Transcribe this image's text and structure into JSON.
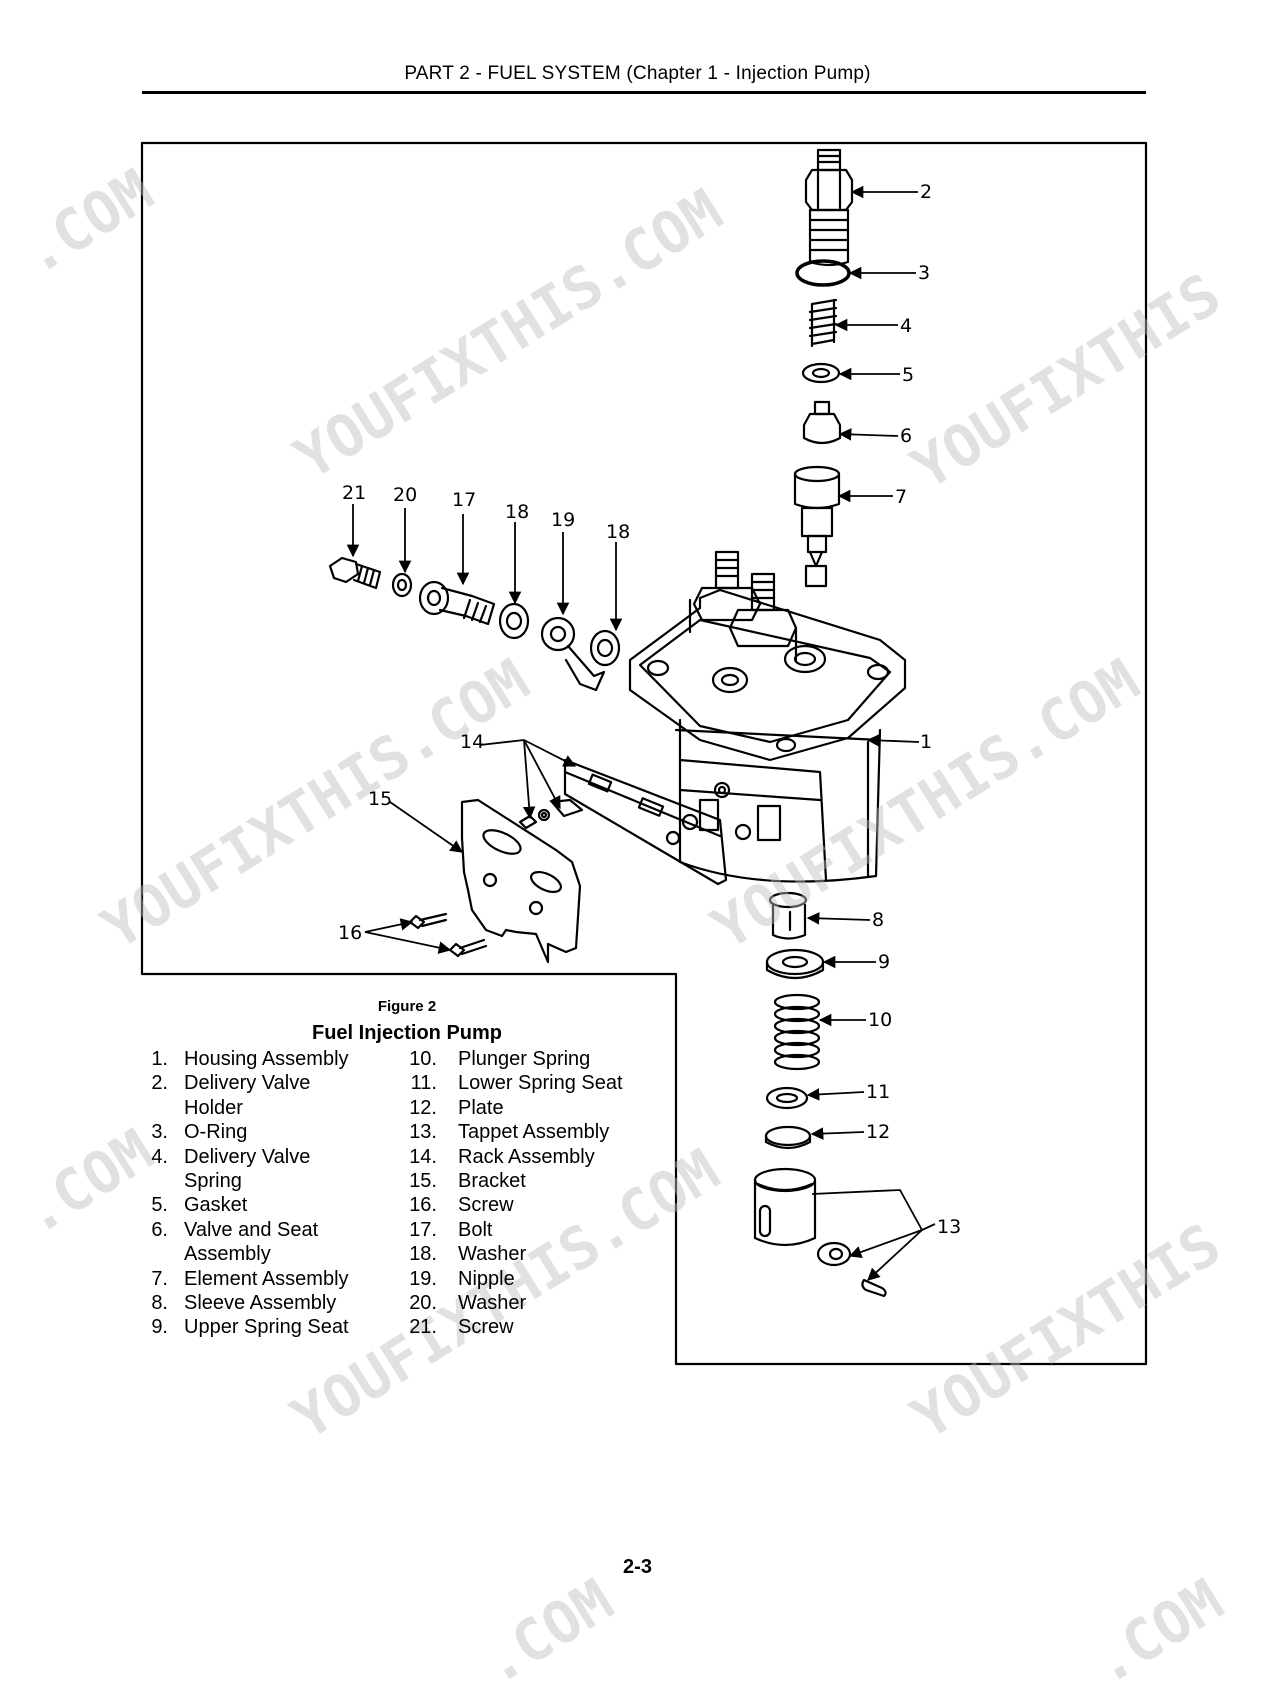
{
  "header": {
    "title": "PART 2 - FUEL SYSTEM (Chapter 1 - Injection Pump)"
  },
  "figure": {
    "label": "Figure 2",
    "title": "Fuel Injection Pump",
    "callouts": [
      "1",
      "2",
      "3",
      "4",
      "5",
      "6",
      "7",
      "8",
      "9",
      "10",
      "11",
      "12",
      "13",
      "14",
      "15",
      "16",
      "17",
      "18",
      "18",
      "19",
      "20",
      "21"
    ]
  },
  "legend": {
    "column1": [
      {
        "num": "1.",
        "lines": [
          "Housing Assembly"
        ]
      },
      {
        "num": "2.",
        "lines": [
          "Delivery Valve",
          "Holder"
        ]
      },
      {
        "num": "3.",
        "lines": [
          "O-Ring"
        ]
      },
      {
        "num": "4.",
        "lines": [
          "Delivery Valve",
          "Spring"
        ]
      },
      {
        "num": "5.",
        "lines": [
          "Gasket"
        ]
      },
      {
        "num": "6.",
        "lines": [
          "Valve and Seat",
          "Assembly"
        ]
      },
      {
        "num": "7.",
        "lines": [
          "Element Assembly"
        ]
      },
      {
        "num": "8.",
        "lines": [
          "Sleeve Assembly"
        ]
      },
      {
        "num": "9.",
        "lines": [
          "Upper Spring Seat"
        ]
      }
    ],
    "column2": [
      {
        "num": "10.",
        "lines": [
          "Plunger Spring"
        ]
      },
      {
        "num": "11.",
        "lines": [
          "Lower Spring Seat"
        ]
      },
      {
        "num": "12.",
        "lines": [
          "Plate"
        ]
      },
      {
        "num": "13.",
        "lines": [
          "Tappet Assembly"
        ]
      },
      {
        "num": "14.",
        "lines": [
          "Rack Assembly"
        ]
      },
      {
        "num": "15.",
        "lines": [
          "Bracket"
        ]
      },
      {
        "num": "16.",
        "lines": [
          "Screw"
        ]
      },
      {
        "num": "17.",
        "lines": [
          "Bolt"
        ]
      },
      {
        "num": "18.",
        "lines": [
          "Washer"
        ]
      },
      {
        "num": "19.",
        "lines": [
          "Nipple"
        ]
      },
      {
        "num": "20.",
        "lines": [
          "Washer"
        ]
      },
      {
        "num": "21.",
        "lines": [
          "Screw"
        ]
      }
    ]
  },
  "watermark": {
    "brand": "YOUFIXTHIS",
    "suffix": ".COM"
  },
  "page": {
    "number": "2-3"
  }
}
